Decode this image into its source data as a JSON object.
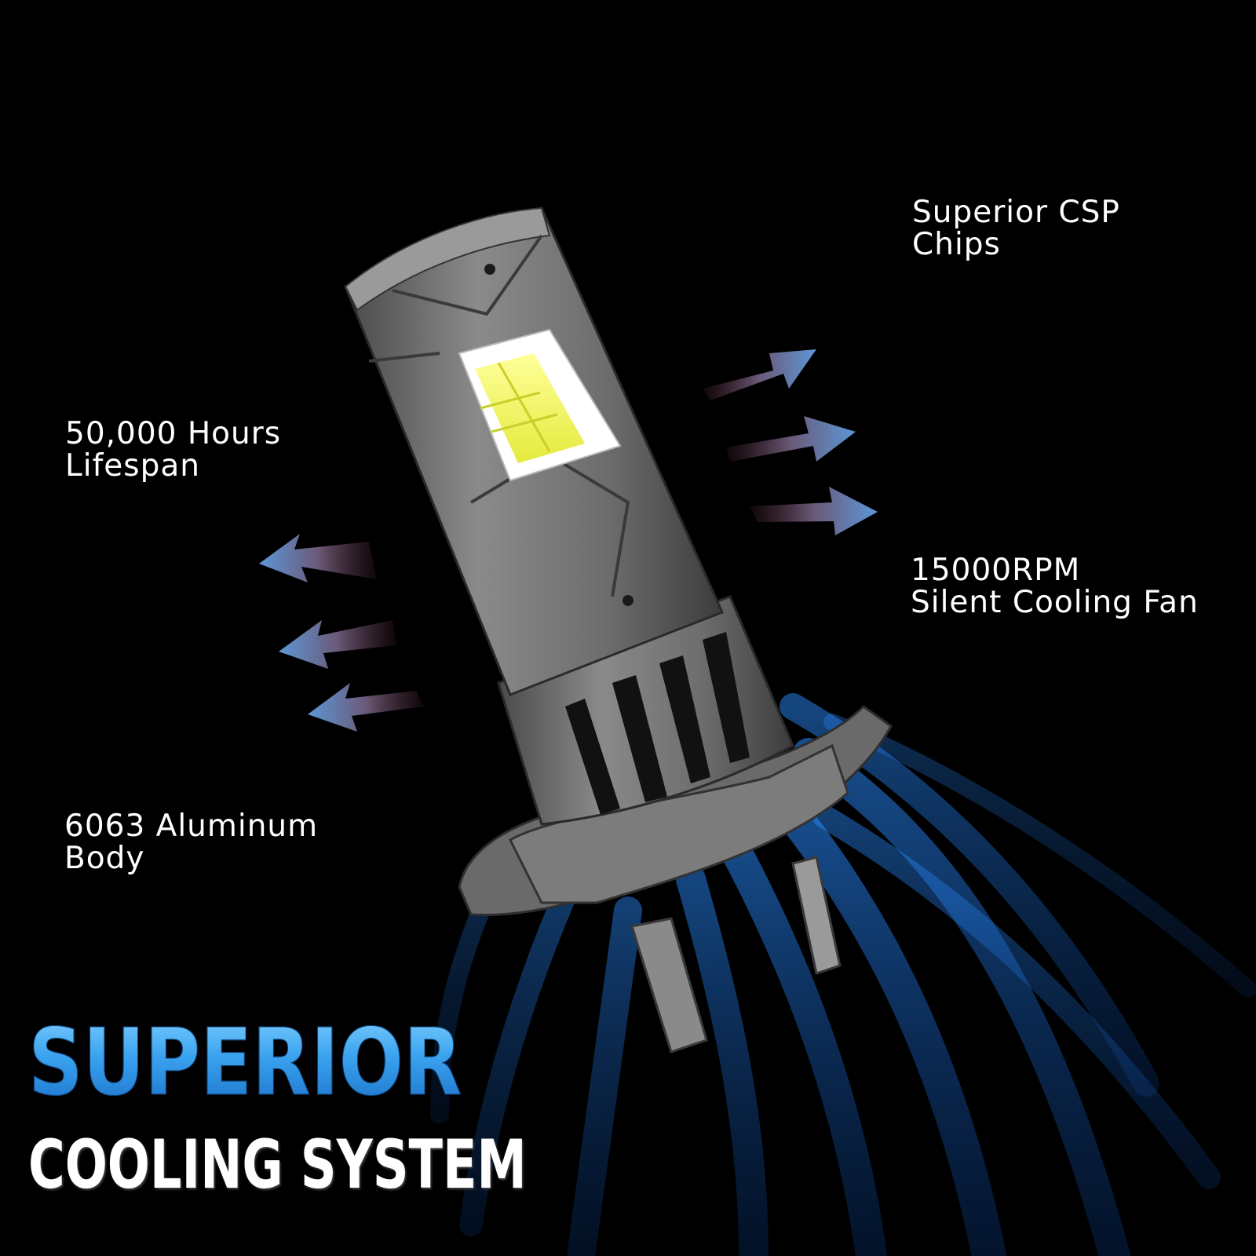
{
  "features": {
    "chips": {
      "line1": "Superior CSP",
      "line2": "Chips"
    },
    "lifespan": {
      "line1": "50,000 Hours",
      "line2": "Lifespan"
    },
    "fan": {
      "line1": "15000RPM",
      "line2": "Silent Cooling Fan"
    },
    "body": {
      "line1": "6063 Aluminum",
      "line2": "Body"
    }
  },
  "headline": {
    "main": "SUPERIOR",
    "sub": "COOLING SYSTEM"
  },
  "colors": {
    "background": "#000000",
    "headline_blue": "#3aa2ee",
    "airflow_blue": "#1e6fd0",
    "arrow_blue": "#5d97d6",
    "bulb_gray": "#6f6f6f",
    "chip_yellow": "#f3f56a"
  },
  "icons": [
    "airflow-arrow-icon",
    "led-bulb-icon"
  ]
}
